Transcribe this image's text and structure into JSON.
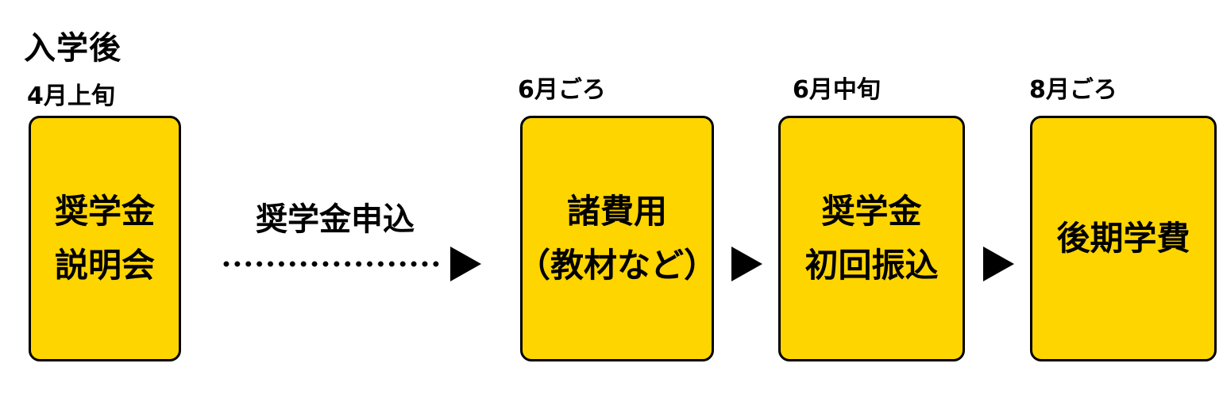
{
  "title": "入学後",
  "steps": [
    {
      "timing": "4月上旬",
      "lines": [
        "奨学金",
        "説明会"
      ]
    },
    {
      "timing": "6月ごろ",
      "lines": [
        "諸費用",
        "（教材など）"
      ]
    },
    {
      "timing": "6月中旬",
      "lines": [
        "奨学金",
        "初回振込"
      ]
    },
    {
      "timing": "8月ごろ",
      "lines": [
        "後期学費"
      ]
    }
  ],
  "connector_label": "奨学金申込",
  "colors": {
    "box_fill": "#FFD500",
    "border": "#000000"
  }
}
